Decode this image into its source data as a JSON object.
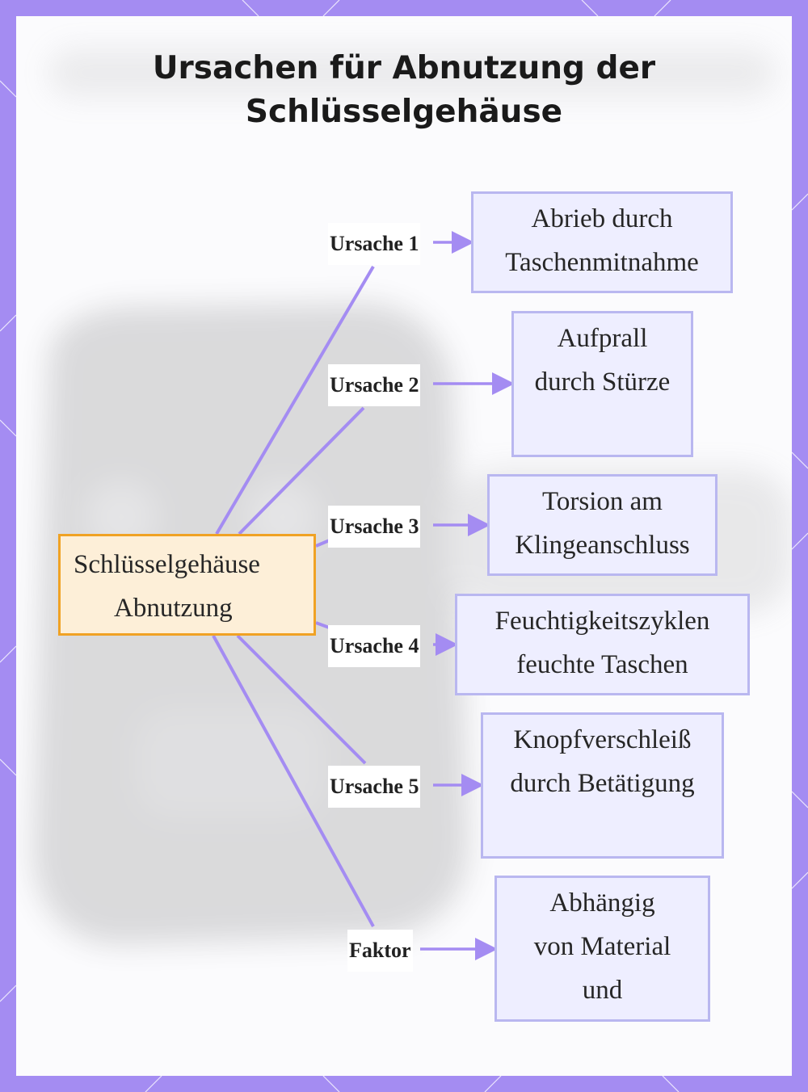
{
  "title": {
    "line1": "Ursachen für Abnutzung der",
    "line2": "Schlüsselgehäuse"
  },
  "center": {
    "line1": "Schlüsselgehäuse",
    "line2": "Abnutzung"
  },
  "branches": [
    {
      "label": "Ursache 1",
      "lines": [
        "Abrieb durch",
        "Taschenmitnahme"
      ]
    },
    {
      "label": "Ursache 2",
      "lines": [
        "Aufprall",
        "durch Stürze"
      ]
    },
    {
      "label": "Ursache 3",
      "lines": [
        "Torsion am",
        "Klingeanschluss"
      ]
    },
    {
      "label": "Ursache 4",
      "lines": [
        "Feuchtigkeitszyklen",
        "feuchte Taschen"
      ]
    },
    {
      "label": "Ursache 5",
      "lines": [
        "Knopfverschleiß",
        "durch Betätigung"
      ]
    },
    {
      "label": "Faktor",
      "lines": [
        "Abhängig",
        "von Material",
        "und"
      ]
    }
  ],
  "colors": {
    "frame": "#a48cf2",
    "link": "#a48cf2",
    "box_border": "#b9b7f0",
    "box_fill": "#eeeeff",
    "center_border": "#f0a224",
    "center_fill": "#fdefd8"
  }
}
